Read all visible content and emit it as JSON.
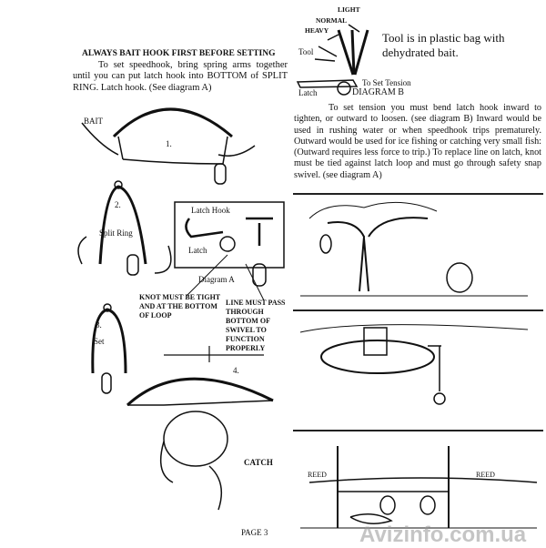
{
  "left": {
    "heading": "ALWAYS BAIT HOOK FIRST BEFORE SETTING",
    "intro": "To set speedhook, bring spring arms together until you can put latch hook into BOTTOM of SPLIT RING. Latch hook. (See diagram A)",
    "labels": {
      "bait": "BAIT",
      "step1": "1.",
      "step2": "2.",
      "split_ring": "Split Ring",
      "latch_hook": "Latch Hook",
      "latch": "Latch",
      "diagram_a": "Diagram A",
      "knot": "KNOT MUST BE TIGHT AND AT THE BOTTOM OF LOOP",
      "line": "LINE MUST PASS THROUGH BOTTOM OF SWIVEL TO FUNCTION PROPERLY",
      "step3": "3.",
      "set": "Set",
      "step4": "4.",
      "catch": "CATCH"
    }
  },
  "right": {
    "diagram_b": {
      "light": "LIGHT",
      "normal": "NORMAL",
      "heavy": "HEAVY",
      "tool": "Tool",
      "latch": "Latch",
      "to_set_tension": "To Set Tension",
      "title": "DIAGRAM B"
    },
    "tool_note": "Tool is in plastic bag with dehydrated bait.",
    "tension_text": "To set tension you must bend latch hook inward to tighten, or outward to loosen. (see diagram B) Inward would be used in rushing water or when speedhook trips prematurely. Outward would be used for ice fishing or catching very small fish: (Outward requires less force to trip.) To replace line on latch, knot must be tied against latch loop and must go through safety snap swivel. (see diagram A)",
    "reed_left": "REED",
    "reed_right": "REED"
  },
  "footer": {
    "page": "PAGE 3",
    "watermark": "Avizinfo.com.ua"
  }
}
